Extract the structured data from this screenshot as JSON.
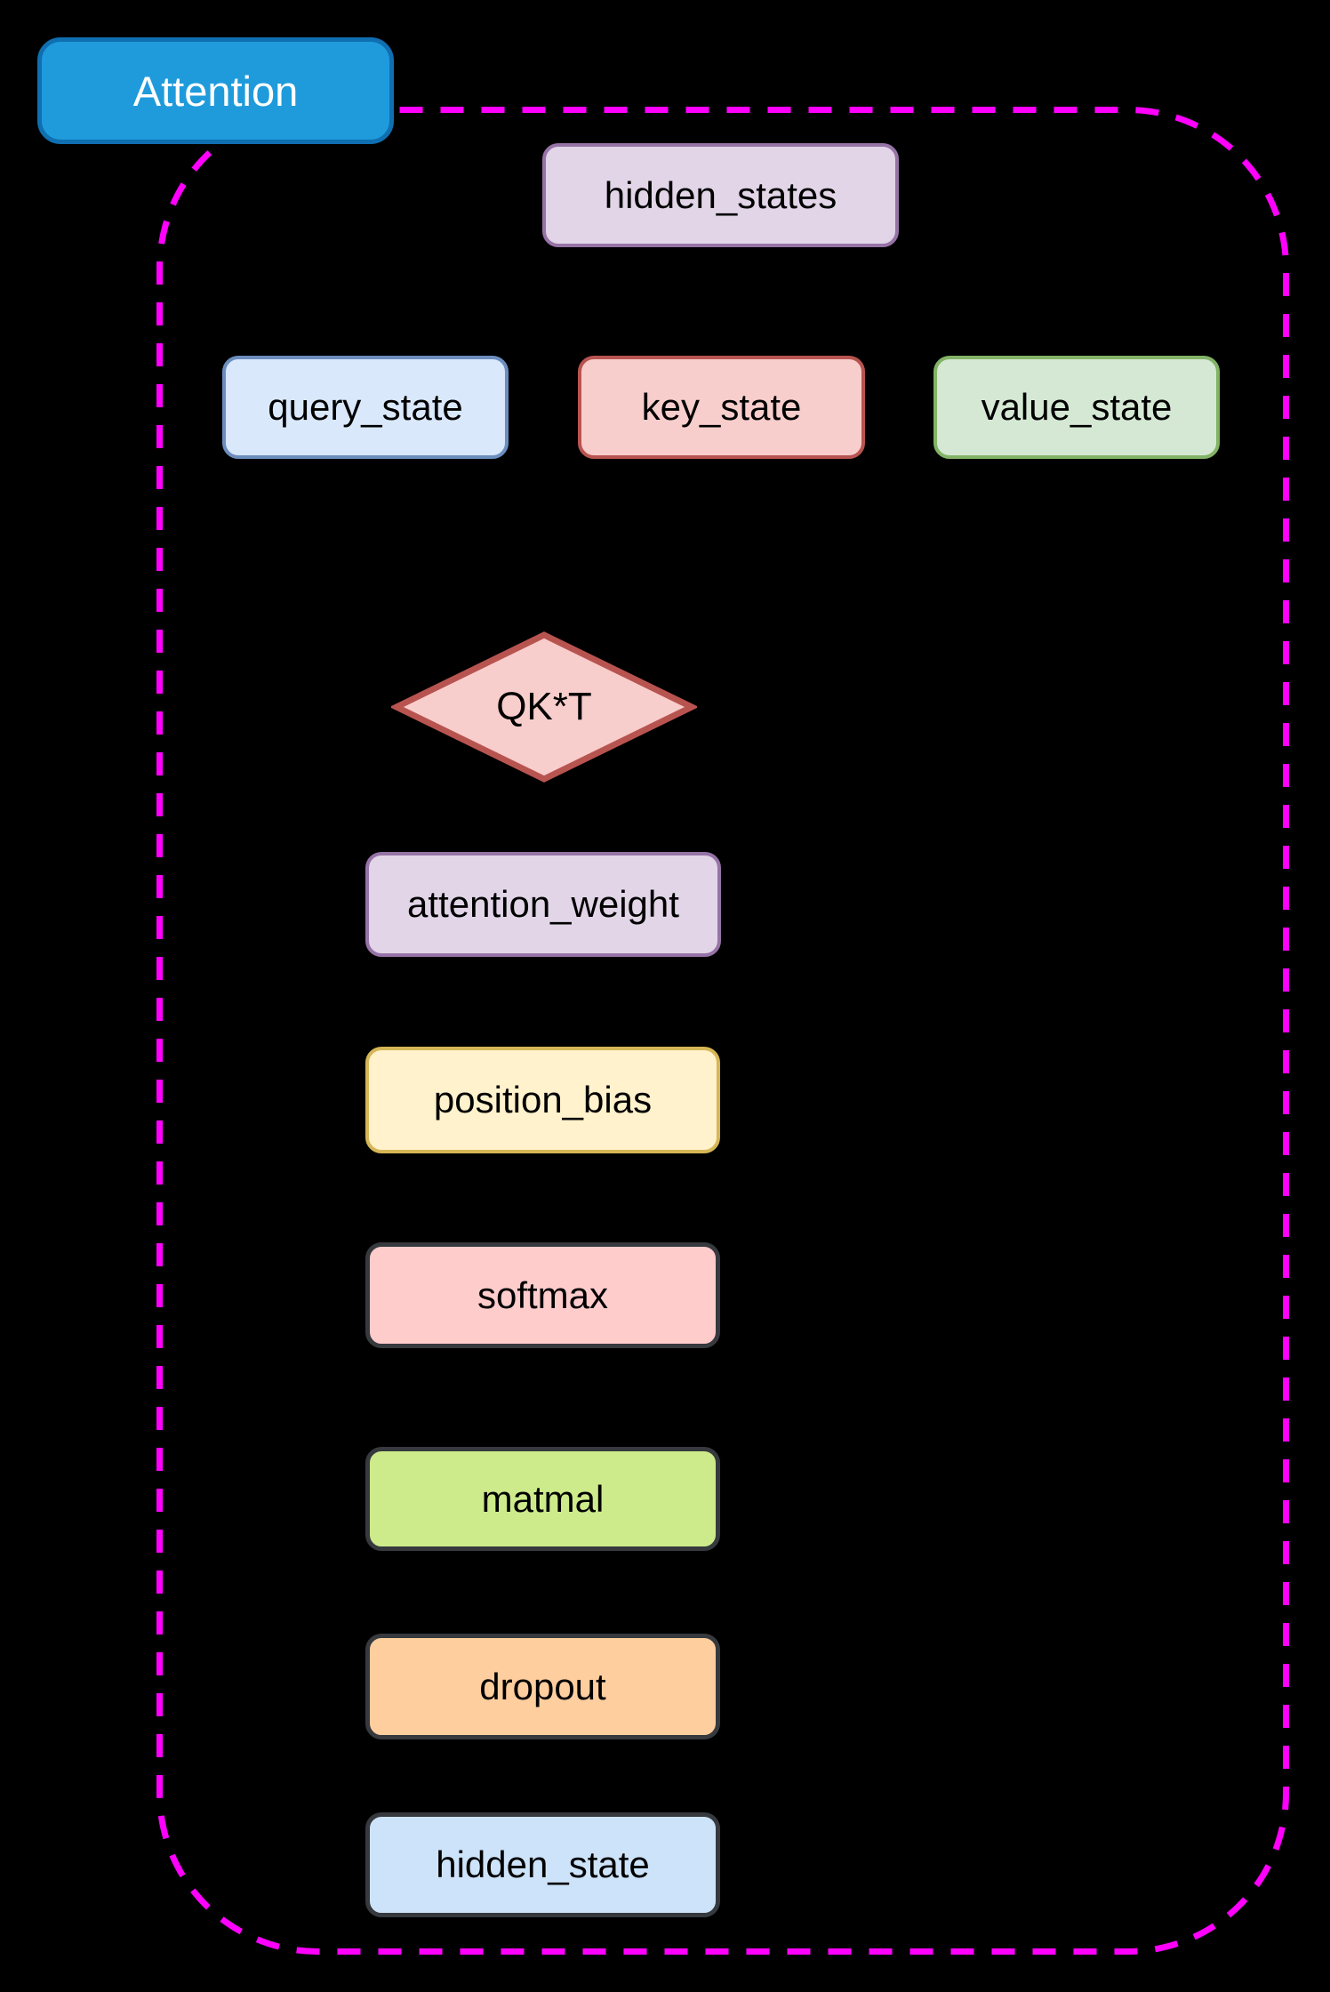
{
  "background_color": "#000000",
  "title": {
    "label": "Attention",
    "fill": "#1F9BDC",
    "stroke": "#0F6FB0",
    "text_color": "#FFFFFF"
  },
  "boundary": {
    "color": "#FF00FF",
    "style": "dashed"
  },
  "nodes": [
    {
      "id": "hidden_states",
      "label": "hidden_states",
      "shape": "rounded-rect",
      "fill": "#E1D5E7",
      "stroke": "#9673A6"
    },
    {
      "id": "query_state",
      "label": "query_state",
      "shape": "rounded-rect",
      "fill": "#DAE8FC",
      "stroke": "#6C8EBF"
    },
    {
      "id": "key_state",
      "label": "key_state",
      "shape": "rounded-rect",
      "fill": "#F8CECC",
      "stroke": "#B85450"
    },
    {
      "id": "value_state",
      "label": "value_state",
      "shape": "rounded-rect",
      "fill": "#D5E8D4",
      "stroke": "#82B366"
    },
    {
      "id": "qkt",
      "label": "QK*T",
      "shape": "diamond",
      "fill": "#F8CECC",
      "stroke": "#B85450"
    },
    {
      "id": "attention_weight",
      "label": "attention_weight",
      "shape": "rounded-rect",
      "fill": "#E1D5E7",
      "stroke": "#9673A6"
    },
    {
      "id": "position_bias",
      "label": "position_bias",
      "shape": "rounded-rect",
      "fill": "#FFF2CC",
      "stroke": "#D6B656"
    },
    {
      "id": "softmax",
      "label": "softmax",
      "shape": "rounded-rect",
      "fill": "#FFCCCC",
      "stroke": "#36393D"
    },
    {
      "id": "matmal",
      "label": "matmal",
      "shape": "rounded-rect",
      "fill": "#CDEB8B",
      "stroke": "#36393D"
    },
    {
      "id": "dropout",
      "label": "dropout",
      "shape": "rounded-rect",
      "fill": "#FFCE9F",
      "stroke": "#36393D"
    },
    {
      "id": "hidden_state",
      "label": "hidden_state",
      "shape": "rounded-rect",
      "fill": "#CDE3FA",
      "stroke": "#36393D"
    }
  ]
}
